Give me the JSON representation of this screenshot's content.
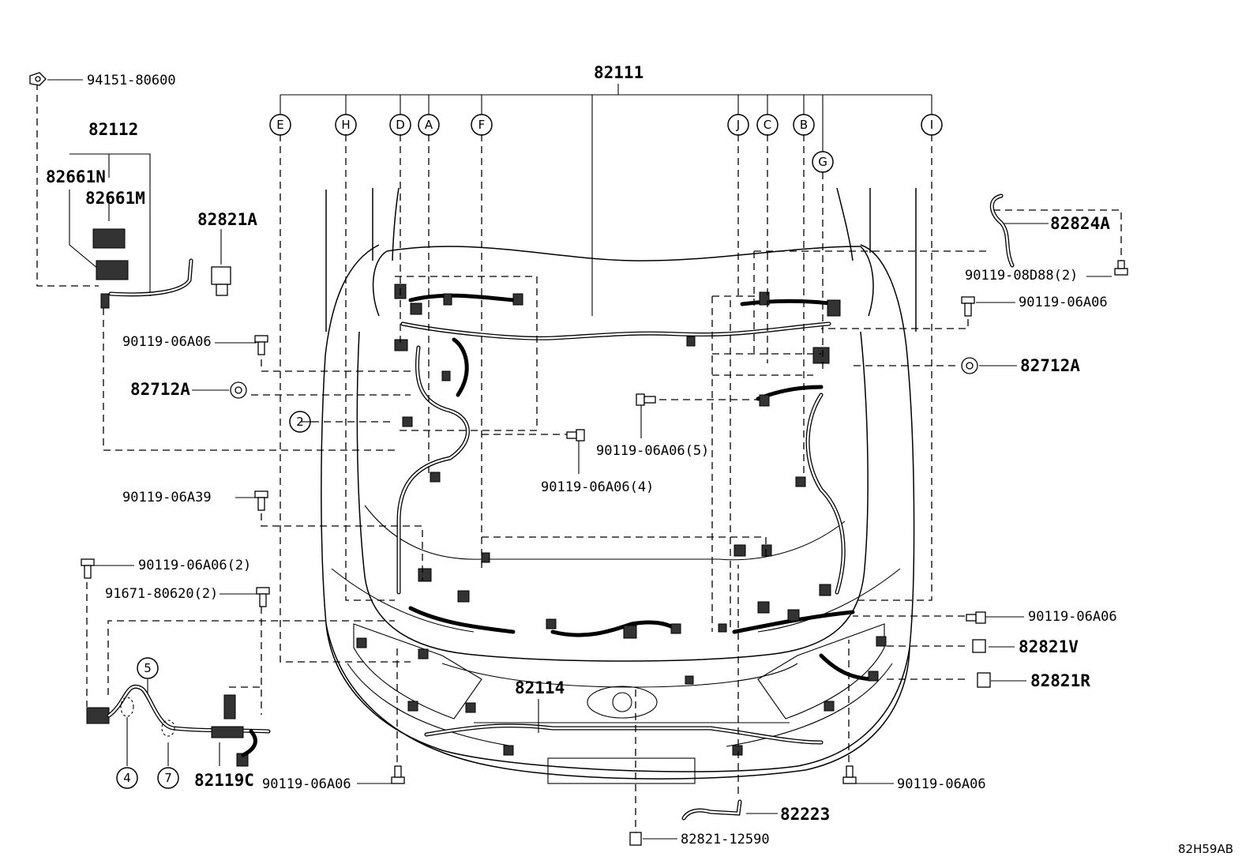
{
  "diagram": {
    "code": "82H59AB",
    "main_harness": "82111",
    "sub_harness": "82114",
    "letter_markers": [
      "E",
      "H",
      "D",
      "A",
      "F",
      "J",
      "C",
      "B",
      "G",
      "I"
    ],
    "number_markers": [
      "2",
      "5",
      "4",
      "7"
    ],
    "parts": {
      "p94151": "94151-80600",
      "p82112": "82112",
      "p82661N": "82661N",
      "p82661M": "82661M",
      "p82821A": "82821A",
      "p82824A": "82824A",
      "p90119_08D88": "90119-08D88(2)",
      "p90119_06A06_r1": "90119-06A06",
      "p82712A_r": "82712A",
      "p90119_06A06_l1": "90119-06A06",
      "p82712A_l": "82712A",
      "p90119_06A06_5": "90119-06A06(5)",
      "p90119_06A06_4": "90119-06A06(4)",
      "p90119_06A39": "90119-06A39",
      "p90119_06A06_2": "90119-06A06(2)",
      "p91671": "91671-80620(2)",
      "p90119_06A06_r2": "90119-06A06",
      "p82821V": "82821V",
      "p82821R": "82821R",
      "p82119C": "82119C",
      "p90119_06A06_bl": "90119-06A06",
      "p90119_06A06_br": "90119-06A06",
      "p82223": "82223",
      "p82821_12590": "82821-12590"
    }
  }
}
